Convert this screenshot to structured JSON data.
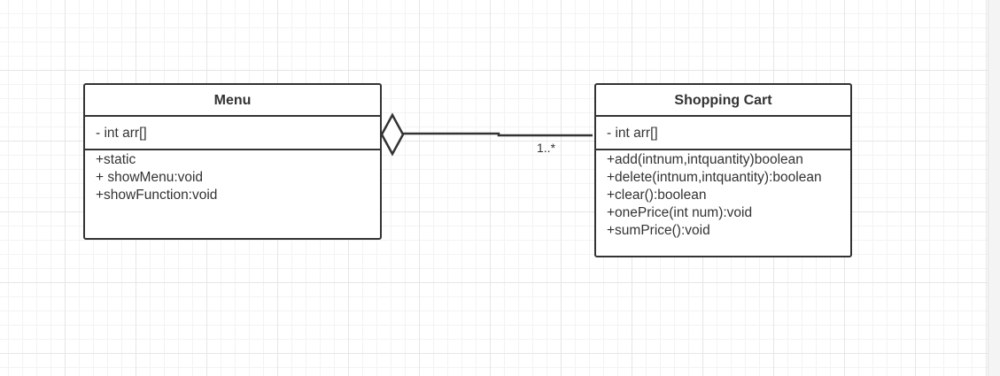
{
  "classes": {
    "menu": {
      "name": "Menu",
      "attributes": [
        "- int arr[]"
      ],
      "methods": [
        "+static",
        "+ showMenu:void",
        "+showFunction:void"
      ]
    },
    "shopping_cart": {
      "name": "Shopping Cart",
      "attributes": [
        "- int arr[]"
      ],
      "methods": [
        "+add(intnum,intquantity)boolean",
        "+delete(intnum,intquantity):boolean",
        "+clear():boolean",
        "+onePrice(int num):void",
        "+sumPrice():void"
      ]
    }
  },
  "relationship": {
    "type": "aggregation",
    "multiplicity": "1..*"
  }
}
